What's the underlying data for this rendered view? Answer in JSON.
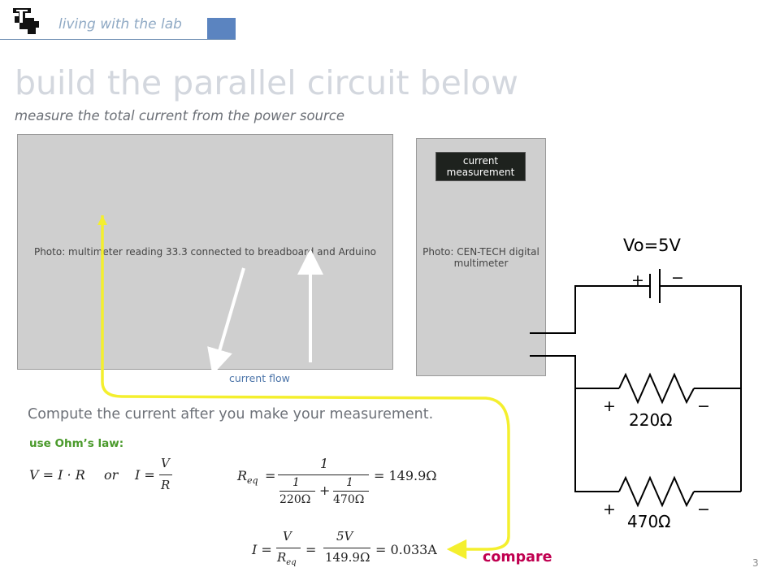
{
  "header": {
    "brand": "living with the lab"
  },
  "title": "build the parallel circuit below",
  "subtitle": "measure the total current from the power source",
  "photos": {
    "multimeter_breadboard": "Photo: multimeter reading 33.3 connected to breadboard and Arduino",
    "multimeter_closeup": "Photo: CEN-TECH digital multimeter"
  },
  "current_measurement_label_line1": "current",
  "current_measurement_label_line2": "measurement",
  "current_flow_caption": "current flow",
  "compute_text": "Compute the current after you make your measurement.",
  "ohm_label": "use Ohm’s law:",
  "equations": {
    "ohm1": "V = I · R",
    "or": "or",
    "ohm2_lhs": "I =",
    "ohm2_num": "V",
    "ohm2_den": "R",
    "req_lhs": "R",
    "req_sub": "eq",
    "req_eq": "=",
    "req_top": "1",
    "req_f1_num": "1",
    "req_f1_den": "220Ω",
    "req_plus": "+",
    "req_f2_num": "1",
    "req_f2_den": "470Ω",
    "req_result": "= 149.9Ω",
    "i_lhs": "I =",
    "i_f1_num": "V",
    "i_f1_den_main": "R",
    "i_f1_den_sub": "eq",
    "i_eq2": "=",
    "i_f2_num": "5V",
    "i_f2_den": "149.9Ω",
    "i_result": "= 0.033A"
  },
  "compare_label": "compare",
  "page_number": "3",
  "circuit": {
    "source_label": "Vo=5V",
    "plus": "+",
    "minus": "−",
    "r1_label": "220Ω",
    "r2_label": "470Ω"
  },
  "colors": {
    "title": "#d3d7de",
    "header_accent": "#5b84c0",
    "ohm_label": "#4a9a2b",
    "compare": "#c00050",
    "arrow_yellow": "#f4ef2e"
  }
}
